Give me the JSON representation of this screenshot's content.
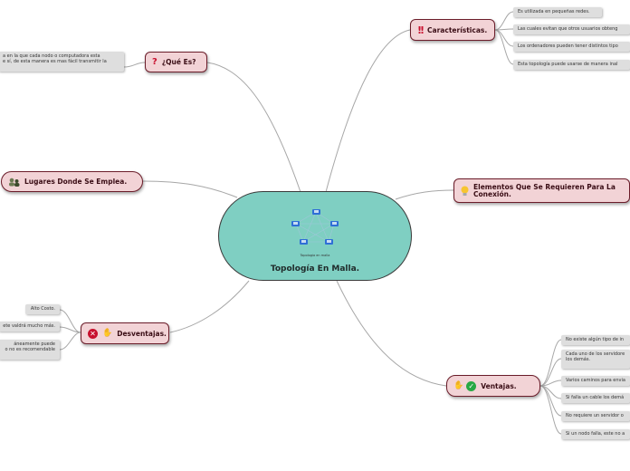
{
  "central": {
    "title": "Topología En Malla.",
    "image_caption": "Topologia en malla"
  },
  "topics": {
    "que_es": {
      "label": "¿Qué Es?",
      "icon": "question-icon",
      "leaf": "a en la que cada nodo o computadora esta\ne sí, de esta manera es mas fácil transmitir la"
    },
    "caracteristicas": {
      "label": "Características.",
      "icon": "double-exclamation-icon",
      "leaves": [
        "Es utilizada en pequeñas redes.",
        "Las cuales evitan que otros usuarios obteng",
        "Los ordenadores pueden tener distintos tipo",
        "Esta topología puede usarse de manera inal"
      ]
    },
    "lugares": {
      "label": "Lugares Donde Se Emplea.",
      "icon": "people-icon"
    },
    "elementos": {
      "label": "Elementos Que Se Requieren Para La Conexión.",
      "icon": "lightbulb-icon"
    },
    "desventajas": {
      "label": "Desventajas.",
      "icon": "cross-circle-icon",
      "leaves": [
        "Alto Costo.",
        "ete valdrá mucho más.",
        "áneamente puede\no no es recomendable"
      ]
    },
    "ventajas": {
      "label": "Ventajas.",
      "icon": "check-circle-icon",
      "leaves": [
        "No existe algún tipo de in",
        "Cada uno de los servidore\nlos demás.",
        "Varios caminos para envia",
        "Si falla un cable los demá",
        "No requiere un servidor o",
        "Si un nodo falla, este no a"
      ]
    }
  },
  "colors": {
    "central_fill": "#7fcfc2",
    "topic_fill": "#f2d3d6",
    "topic_border": "#6b1d2a",
    "leaf_fill": "#dedede",
    "link": "#a7a7a7"
  }
}
